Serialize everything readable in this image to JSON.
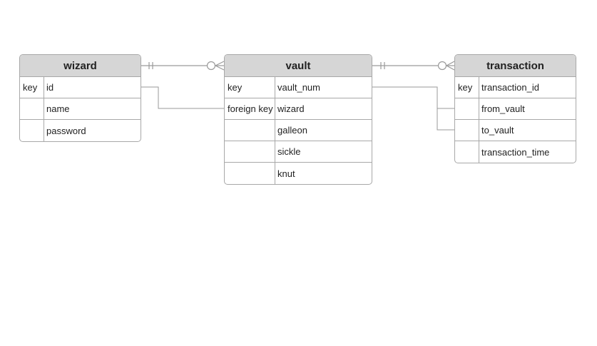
{
  "entities": {
    "wizard": {
      "title": "wizard",
      "rows": [
        {
          "key": "key",
          "field": "id"
        },
        {
          "key": "",
          "field": "name"
        },
        {
          "key": "",
          "field": "password"
        }
      ]
    },
    "vault": {
      "title": "vault",
      "rows": [
        {
          "key": "key",
          "field": "vault_num"
        },
        {
          "key": "foreign key",
          "field": "wizard"
        },
        {
          "key": "",
          "field": "galleon"
        },
        {
          "key": "",
          "field": "sickle"
        },
        {
          "key": "",
          "field": "knut"
        }
      ]
    },
    "transaction": {
      "title": "transaction",
      "rows": [
        {
          "key": "key",
          "field": "transaction_id"
        },
        {
          "key": "",
          "field": "from_vault"
        },
        {
          "key": "",
          "field": "to_vault"
        },
        {
          "key": "",
          "field": "transaction_time"
        }
      ]
    }
  },
  "relationships": [
    {
      "from": "wizard",
      "to": "vault",
      "from_cardinality": "one-and-only-one",
      "to_cardinality": "zero-or-many"
    },
    {
      "from": "vault",
      "to": "transaction",
      "from_cardinality": "one-and-only-one",
      "to_cardinality": "zero-or-many"
    }
  ],
  "colors": {
    "header_fill": "#d6d6d6",
    "border": "#a8a8a8",
    "connector": "#9a9a9a"
  }
}
